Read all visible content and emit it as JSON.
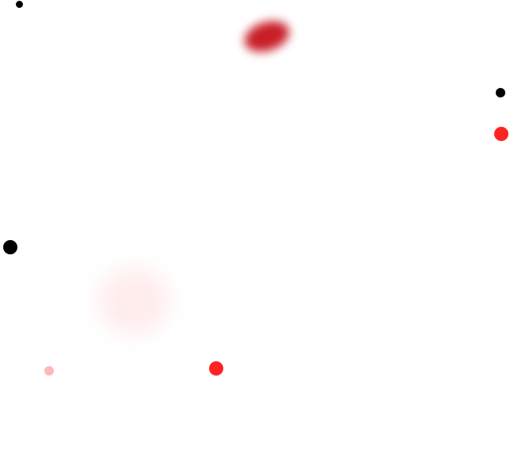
{
  "colors": {
    "background": "#ffffff",
    "black_dot": "#000000",
    "red_dot": "#ff2323",
    "pink_dot": "#ffb8b8",
    "dark_red_blur": "#c81e28",
    "faint_pink_blur": "#ffecec"
  },
  "marks": [
    {
      "name": "black-dot-top-left",
      "color": "black_dot"
    },
    {
      "name": "black-dot-right",
      "color": "black_dot"
    },
    {
      "name": "red-dot-right",
      "color": "red_dot"
    },
    {
      "name": "black-dot-left",
      "color": "black_dot"
    },
    {
      "name": "red-dot-bottom",
      "color": "red_dot"
    },
    {
      "name": "pink-dot-bottom-left",
      "color": "pink_dot"
    }
  ],
  "blurs": [
    {
      "name": "blurred-red-blob",
      "color": "dark_red_blur"
    },
    {
      "name": "blurred-pink-blob",
      "color": "faint_pink_blur"
    }
  ]
}
